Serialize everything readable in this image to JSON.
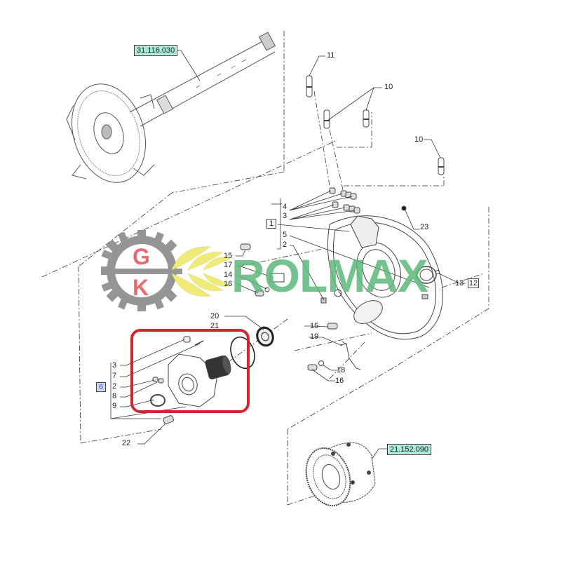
{
  "diagram": {
    "type": "exploded-parts-diagram",
    "reference_boxes": [
      {
        "id": "ref-top",
        "label": "31.116.030"
      },
      {
        "id": "ref-bottom",
        "label": "21.152.090"
      }
    ],
    "group_boxes": [
      {
        "id": "group-1",
        "label": "1"
      },
      {
        "id": "group-12",
        "label": "12"
      },
      {
        "id": "group-6",
        "label": "6"
      }
    ],
    "callouts": {
      "c11": "11",
      "c10a": "10",
      "c10b": "10",
      "c4": "4",
      "c3a": "3",
      "c5": "5",
      "c2a": "2",
      "c23": "23",
      "c13": "13",
      "c15a": "15",
      "c17": "17",
      "c14": "14",
      "c16a": "16",
      "c20": "20",
      "c21": "21",
      "c15b": "15",
      "c19": "19",
      "c18": "18",
      "c16b": "16",
      "c3b": "3",
      "c7": "7",
      "c2b": "2",
      "c8": "8",
      "c9": "9",
      "c22": "22"
    },
    "highlight_color": "#d2262f",
    "ref_box_color": "#a6ead9"
  },
  "watermark": {
    "brand_text": "ROLMAX",
    "logo_letter_top": "G",
    "logo_letter_bottom": "K",
    "brand_color": "#5cb87a",
    "letter_color": "#e96a6f",
    "gear_color": "#8a8a8a",
    "leaf_color": "#efe86a"
  }
}
